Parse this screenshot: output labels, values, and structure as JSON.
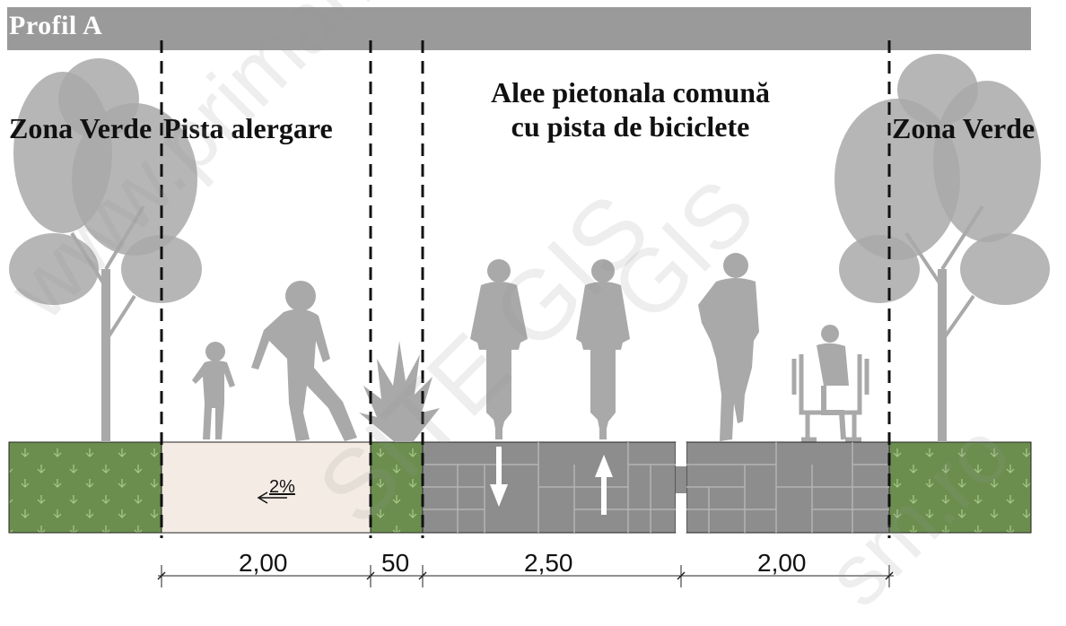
{
  "title": "Profil A",
  "zones": {
    "left_green": "Zona Verde",
    "running_track": "Pista alergare",
    "shared_path_line1": "Alee pietonala comună",
    "shared_path_line2": "cu pista de biciclete",
    "right_green": "Zona Verde"
  },
  "slope": "2%",
  "dimensions": [
    "2,00",
    "50",
    "2,50",
    "2,00"
  ],
  "watermark": {
    "text1": "www.primaria.sm.ro",
    "text2": "SITE GIS",
    "text3": "GIS",
    "text4": "sm.ro"
  },
  "colors": {
    "title_bar": "#9a9a9a",
    "grass": "#6b8e4e",
    "track": "#f4ece4",
    "pavement": "#8d8d8d",
    "silhouette": "#a9a9a9"
  },
  "icons": [
    "tree-icon",
    "child-icon",
    "skater-icon",
    "shrub-icon",
    "cyclist-icon",
    "pedestrian-icon",
    "wheelchair-user-icon",
    "arrow-down-icon",
    "arrow-up-icon"
  ]
}
